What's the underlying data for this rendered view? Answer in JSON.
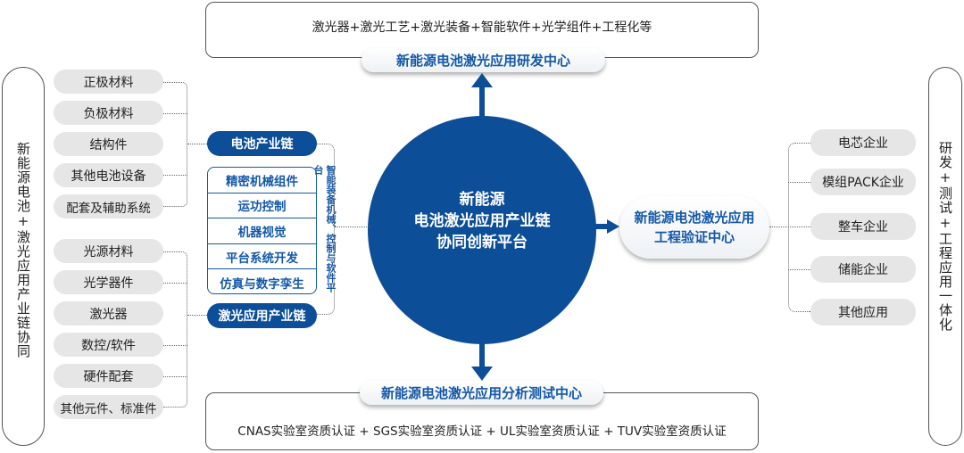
{
  "top": {
    "desc": "激光器+激光工艺+激光装备+智能软件+光学组件+工程化等",
    "title": "新能源电池激光应用研发中心"
  },
  "bottom": {
    "desc": "CNAS实验室资质认证 + SGS实验室资质认证 + UL实验室资质认证 + TUV实验室资质认证",
    "title": "新能源电池激光应用分析测试中心"
  },
  "center": {
    "line1": "新能源",
    "line2": "电池激光应用产业链",
    "line3": "协同创新平台"
  },
  "left_side": "新能源电池+激光应用产业链协同",
  "right_side": "研发+测试+工程应用一体化",
  "battery_items": [
    "正极材料",
    "负极材料",
    "结构件",
    "其他电池设备",
    "配套及辅助系统"
  ],
  "laser_items": [
    "光源材料",
    "光学器件",
    "激光器",
    "数控/软件",
    "硬件配套",
    "其他元件、标准件"
  ],
  "battery_chain": "电池产业链",
  "laser_chain": "激光应用产业链",
  "platform_items": [
    "精密机械组件",
    "运功控制",
    "机器视觉",
    "平台系统开发",
    "仿真与数字孪生"
  ],
  "platform_label": "智能装备机械、控制与软件平台",
  "engineering": {
    "line1": "新能源电池激光应用",
    "line2": "工程验证中心"
  },
  "enterprises": [
    "电芯企业",
    "模组PACK企业",
    "整车企业",
    "储能企业",
    "其他应用"
  ]
}
